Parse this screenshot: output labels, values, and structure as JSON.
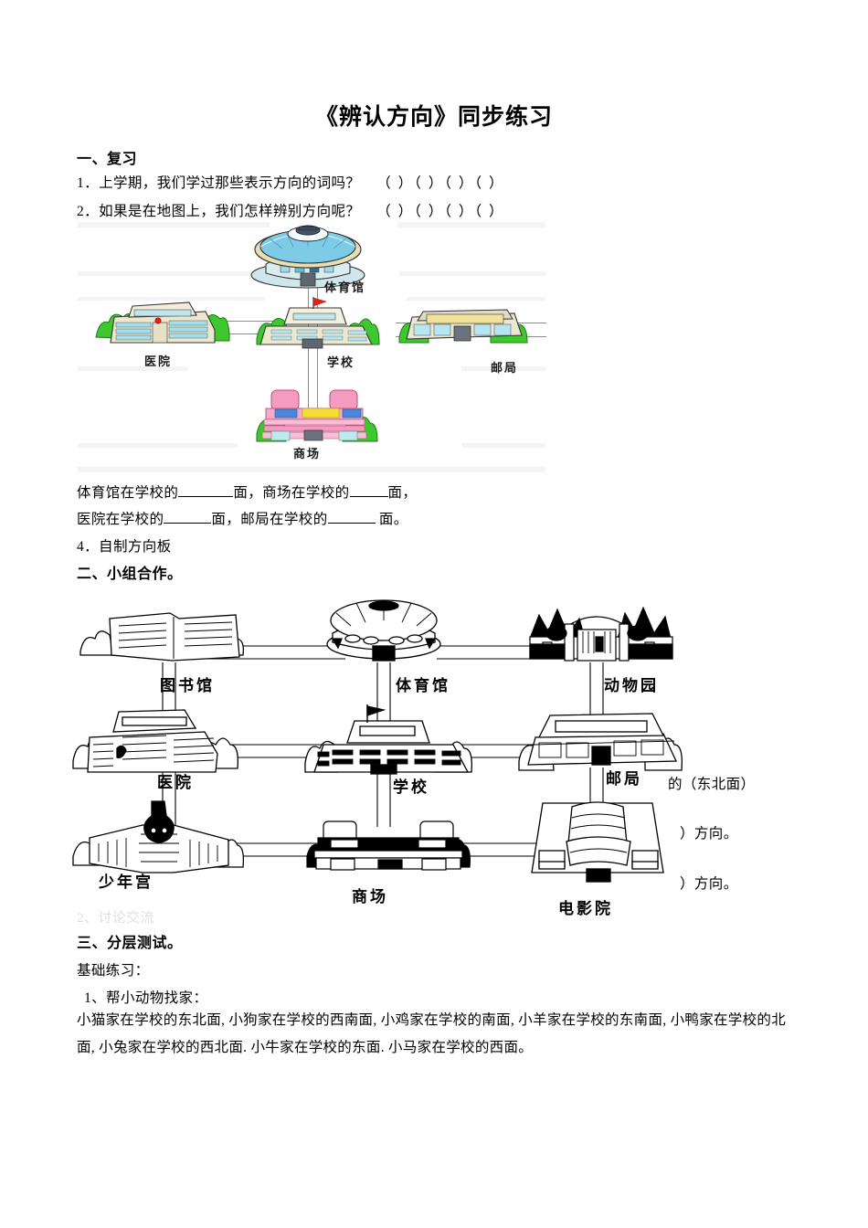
{
  "document": {
    "title": "《辨认方向》同步练习"
  },
  "section1": {
    "heading": "一、复习",
    "q1_num": "1．",
    "q1_text": "上学期，我们学过那些表示方向的词吗？",
    "q1_blanks": "（    ）（    ）（    ）（    ）",
    "q2_num": "2．",
    "q2_text": "如果是在地图上，我们怎样辨别方向呢？",
    "q2_blanks": "（    ）（    ）（    ）（    ）",
    "fill_line1_a": "体育馆在学校的",
    "fill_line1_b": "面，商场在学校的",
    "fill_line1_c": "面，",
    "fill_line2_a": "医院在学校的",
    "fill_line2_b": "面，邮局在学校的",
    "fill_line2_c": " 面。",
    "q4": "4．自制方向板"
  },
  "section2": {
    "heading": "二、小组合作。",
    "ghost_line": "2、讨论交流",
    "notes": [
      "的（东北面）",
      "）方向。",
      "）方向。"
    ]
  },
  "section3": {
    "heading": "三、分层测试。",
    "sub": "基础练习：",
    "item1": "1、帮小动物找家：",
    "paragraph": "小猫家在学校的东北面, 小狗家在学校的西南面, 小鸡家在学校的南面, 小羊家在学校的东南面, 小鸭家在学校的北面, 小兔家在学校的西北面. 小牛家在学校的东面. 小马家在学校的西面。"
  },
  "figure1": {
    "caption_gym": "体育馆",
    "caption_hospital": "医院",
    "caption_school": "学校",
    "caption_post": "邮局",
    "caption_mall": "商场",
    "colors": {
      "dome_blue": "#7ecbe8",
      "dome_rim": "#e8e3b8",
      "building_cream": "#ece8cf",
      "window_cyan": "#b9e7ef",
      "tree_green": "#3ec72f",
      "mall_pink": "#f7a9c8",
      "flag_red": "#e8201c",
      "road_grey": "#8d8d8d"
    }
  },
  "figure2": {
    "caption_library": "图书馆",
    "caption_gym": "体育馆",
    "caption_zoo": "动物园",
    "caption_hospital": "医院",
    "caption_school": "学校",
    "caption_post": "邮局",
    "caption_youth": "少年宫",
    "caption_mall": "商场",
    "caption_cinema": "电影院"
  }
}
